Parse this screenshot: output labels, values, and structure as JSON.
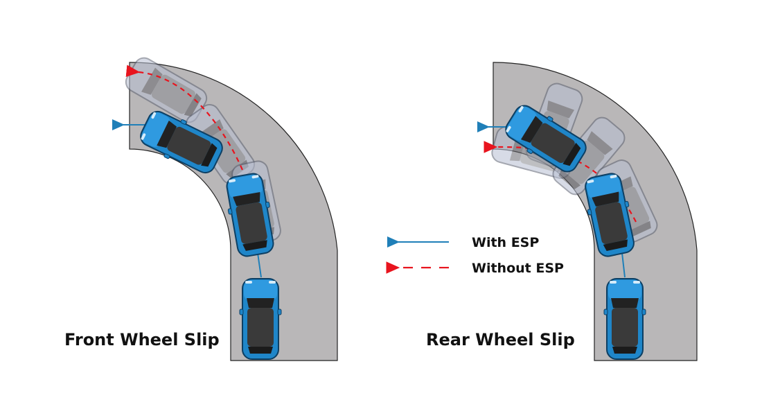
{
  "diagrams": {
    "left": {
      "caption": "Front Wheel Slip"
    },
    "right": {
      "caption": "Rear Wheel Slip"
    }
  },
  "legend": {
    "with_esp": {
      "label": "With ESP",
      "color": "#1f7fb8"
    },
    "without_esp": {
      "label": "Without ESP",
      "color": "#e8141e"
    }
  },
  "colors": {
    "road": "#b9b7b8",
    "road_edge": "#222222",
    "car_body": "#1f86c9",
    "car_roof": "#3a3a3a",
    "ghost_car": "#9aa0b0"
  }
}
